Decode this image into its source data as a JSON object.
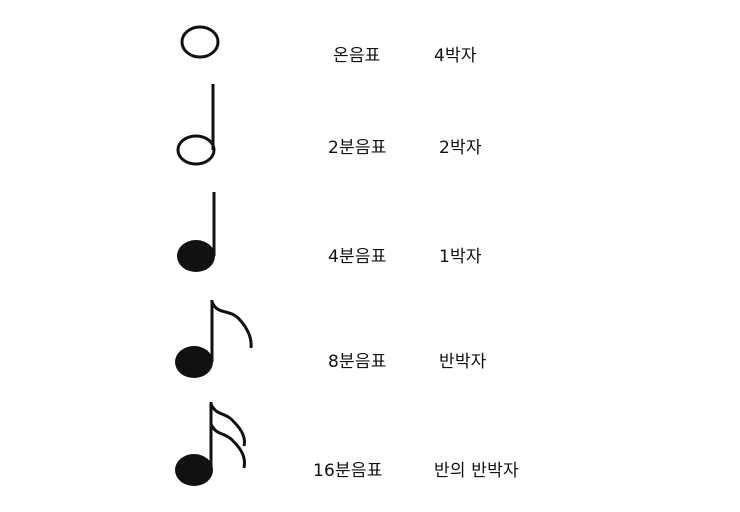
{
  "rows": [
    {
      "symbol": "whole-note-icon",
      "name": "온음표",
      "beats": "4박자"
    },
    {
      "symbol": "half-note-icon",
      "name": "2분음표",
      "beats": "2박자"
    },
    {
      "symbol": "quarter-note-icon",
      "name": "4분음표",
      "beats": "1박자"
    },
    {
      "symbol": "eighth-note-icon",
      "name": "8분음표",
      "beats": "반박자"
    },
    {
      "symbol": "sixteenth-note-icon",
      "name": "16분음표",
      "beats": "반의 반박자"
    }
  ],
  "colors": {
    "ink": "#111111",
    "background": "#ffffff"
  }
}
